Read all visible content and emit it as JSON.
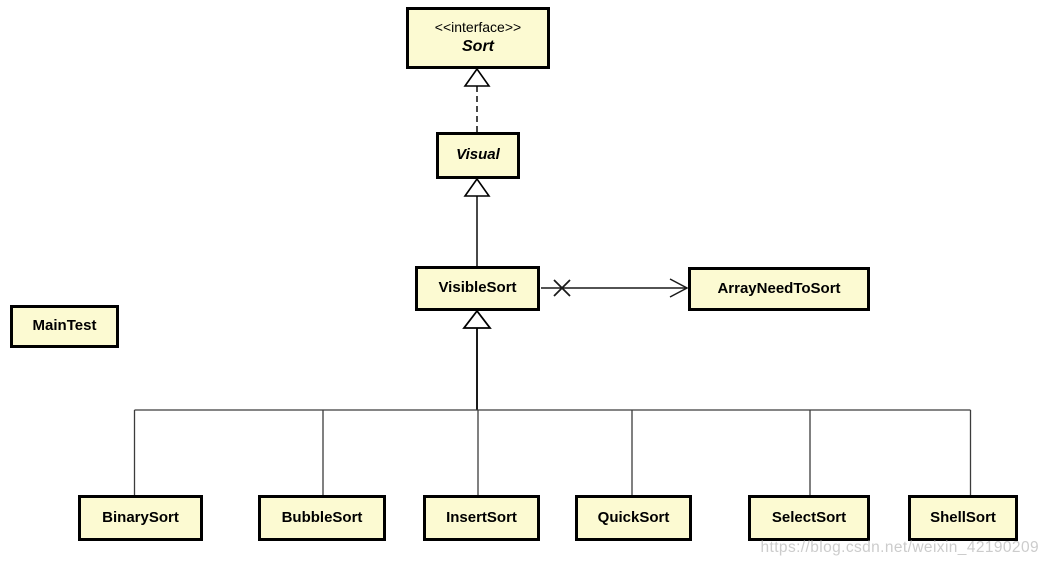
{
  "diagram": {
    "type": "uml-class-diagram",
    "colors": {
      "node_fill": "#FCFAD2",
      "node_border": "#000000",
      "edge": "#2b2b2b",
      "watermark_text": "#c6c6c6",
      "background": "#ffffff"
    },
    "classes": {
      "sort": {
        "stereotype": "<<interface>>",
        "name": "Sort",
        "kind": "interface"
      },
      "visual": {
        "name": "Visual",
        "kind": "abstract-class"
      },
      "visible_sort": {
        "name": "VisibleSort",
        "kind": "class"
      },
      "array_need_to_sort": {
        "name": "ArrayNeedToSort",
        "kind": "class"
      },
      "main_test": {
        "name": "MainTest",
        "kind": "class"
      },
      "binary_sort": {
        "name": "BinarySort",
        "kind": "class"
      },
      "bubble_sort": {
        "name": "BubbleSort",
        "kind": "class"
      },
      "insert_sort": {
        "name": "InsertSort",
        "kind": "class"
      },
      "quick_sort": {
        "name": "QuickSort",
        "kind": "class"
      },
      "select_sort": {
        "name": "SelectSort",
        "kind": "class"
      },
      "shell_sort": {
        "name": "ShellSort",
        "kind": "class"
      }
    },
    "relationships": [
      {
        "from": "Visual",
        "to": "Sort",
        "type": "realization",
        "line": "dashed",
        "arrow": "hollow-triangle"
      },
      {
        "from": "VisibleSort",
        "to": "Visual",
        "type": "generalization",
        "line": "solid",
        "arrow": "hollow-triangle"
      },
      {
        "from": "VisibleSort",
        "to": "ArrayNeedToSort",
        "type": "directed-association",
        "line": "solid",
        "arrow": "open",
        "source_adornment": "x"
      },
      {
        "from": "BinarySort",
        "to": "VisibleSort",
        "type": "generalization"
      },
      {
        "from": "BubbleSort",
        "to": "VisibleSort",
        "type": "generalization"
      },
      {
        "from": "InsertSort",
        "to": "VisibleSort",
        "type": "generalization"
      },
      {
        "from": "QuickSort",
        "to": "VisibleSort",
        "type": "generalization"
      },
      {
        "from": "SelectSort",
        "to": "VisibleSort",
        "type": "generalization"
      },
      {
        "from": "ShellSort",
        "to": "VisibleSort",
        "type": "generalization"
      }
    ],
    "watermark": "https://blog.csdn.net/weixin_42190209"
  }
}
